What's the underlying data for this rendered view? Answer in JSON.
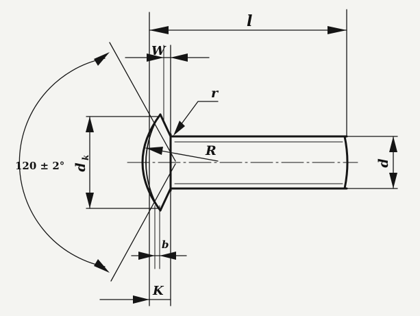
{
  "diagram": {
    "labels": {
      "length": "l",
      "head_height": "W",
      "fillet_radius": "r",
      "crown_radius": "R",
      "shank_diameter": "d",
      "head_diameter_sym": "d",
      "head_diameter_sub": "k",
      "angle": "120 ± 2°",
      "edge": "b",
      "head_depth": "K"
    }
  }
}
